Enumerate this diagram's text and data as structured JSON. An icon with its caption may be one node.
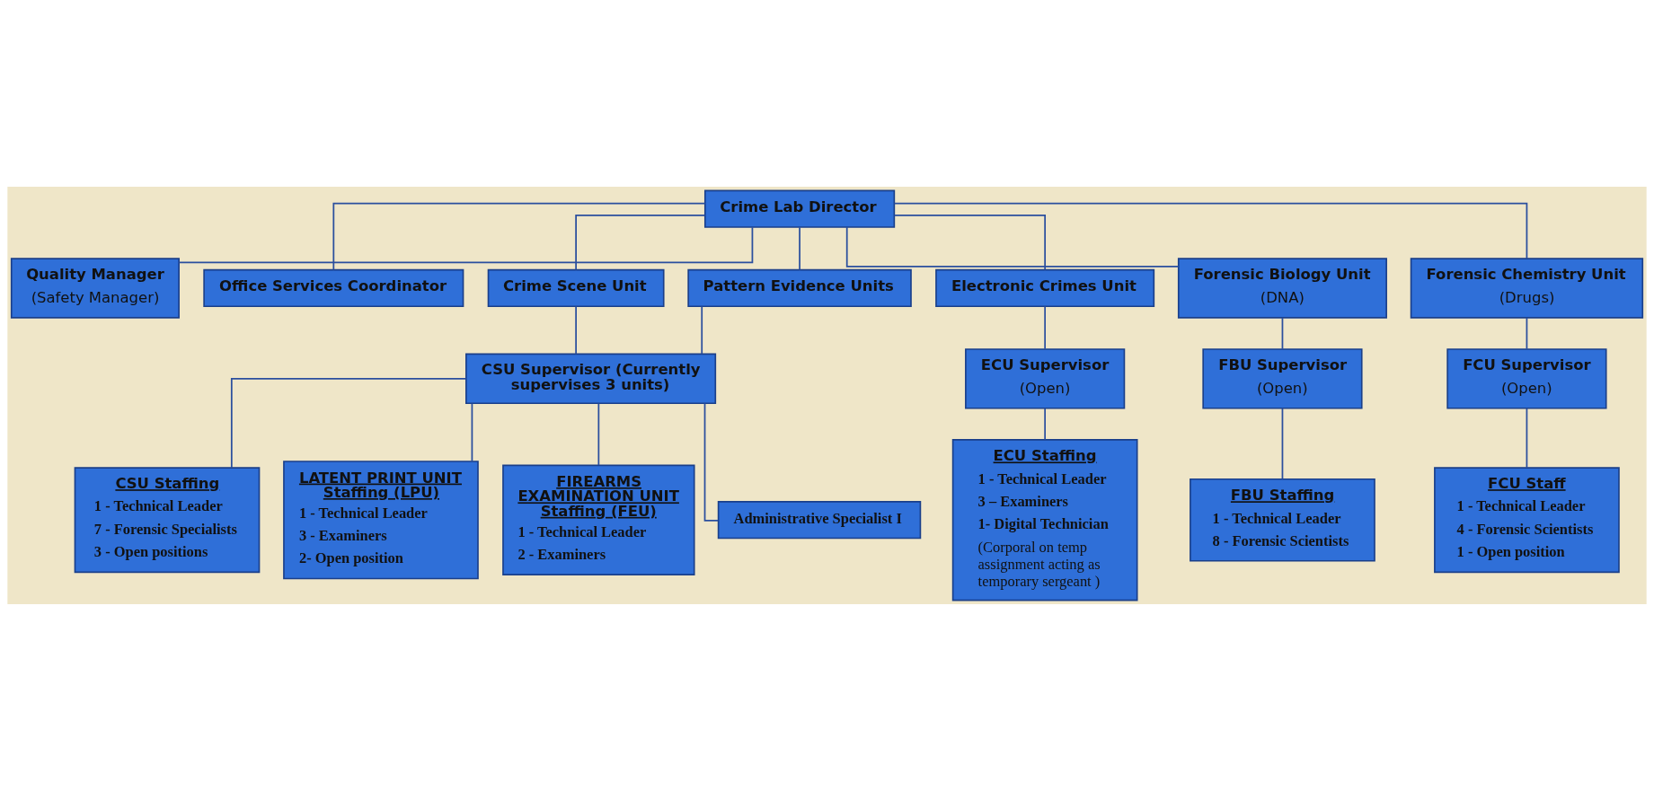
{
  "diagram": {
    "nodes": [
      {
        "text": [
          "Crime Lab Director"
        ]
      },
      {
        "text": [
          "Quality Manager",
          "(Safety Manager)"
        ]
      },
      {
        "text": [
          "Office Services Coordinator"
        ]
      },
      {
        "text": [
          "Crime Scene Unit"
        ]
      },
      {
        "text": [
          "Pattern Evidence Units"
        ]
      },
      {
        "text": [
          "Electronic Crimes Unit"
        ]
      },
      {
        "text": [
          "Forensic Biology Unit",
          "(DNA)"
        ]
      },
      {
        "text": [
          "Forensic Chemistry Unit",
          "(Drugs)"
        ]
      },
      {
        "text": [
          "CSU Supervisor (Currently supervises 3 units)"
        ]
      },
      {
        "text": [
          "ECU Supervisor",
          "(Open)"
        ]
      },
      {
        "text": [
          "FBU Supervisor",
          "(Open)"
        ]
      },
      {
        "text": [
          "FCU Supervisor",
          "(Open)"
        ]
      },
      {
        "text": [
          "CSU Staffing",
          "1 - Technical Leader",
          "7 - Forensic Specialists",
          "3 - Open positions"
        ]
      },
      {
        "text": [
          "LATENT PRINT UNIT Staffing (LPU)",
          "1 - Technical Leader",
          "3 - Examiners",
          "2- Open position"
        ]
      },
      {
        "text": [
          "FIREARMS EXAMINATION UNIT Staffing (FEU)",
          "1 - Technical Leader",
          "2 - Examiners"
        ]
      },
      {
        "text": [
          "ECU Staffing",
          "1 - Technical Leader",
          "3 – Examiners",
          "1- Digital Technician",
          "(Corporal on temp assignment acting as temporary sergeant )"
        ]
      },
      {
        "text": [
          "FBU Staffing",
          "1 - Technical Leader",
          "8 - Forensic Scientists"
        ]
      },
      {
        "text": [
          "FCU Staff",
          "1 - Technical Leader",
          "4 - Forensic Scientists",
          "1 - Open position"
        ]
      },
      {
        "text": [
          "Administrative Specialist I"
        ]
      }
    ],
    "edges": [
      {
        "from": 0,
        "to": 1,
        "arrow": "none"
      },
      {
        "from": 0,
        "to": 2,
        "arrow": "none"
      },
      {
        "from": 0,
        "to": 3,
        "arrow": "none"
      },
      {
        "from": 0,
        "to": 4,
        "arrow": "none"
      },
      {
        "from": 0,
        "to": 5,
        "arrow": "none"
      },
      {
        "from": 0,
        "to": 6,
        "arrow": "none"
      },
      {
        "from": 0,
        "to": 7,
        "arrow": "none"
      },
      {
        "from": 3,
        "to": 8,
        "arrow": "none"
      },
      {
        "from": 4,
        "to": 8,
        "arrow": "none"
      },
      {
        "from": 8,
        "to": 12,
        "arrow": "none"
      },
      {
        "from": 8,
        "to": 13,
        "arrow": "none"
      },
      {
        "from": 8,
        "to": 14,
        "arrow": "none"
      },
      {
        "from": 8,
        "to": 18,
        "arrow": "none"
      },
      {
        "from": 5,
        "to": 9,
        "arrow": "none"
      },
      {
        "from": 6,
        "to": 10,
        "arrow": "none"
      },
      {
        "from": 7,
        "to": 11,
        "arrow": "none"
      },
      {
        "from": 9,
        "to": 15,
        "arrow": "none"
      },
      {
        "from": 10,
        "to": 16,
        "arrow": "none"
      },
      {
        "from": 11,
        "to": 17,
        "arrow": "none"
      }
    ]
  }
}
